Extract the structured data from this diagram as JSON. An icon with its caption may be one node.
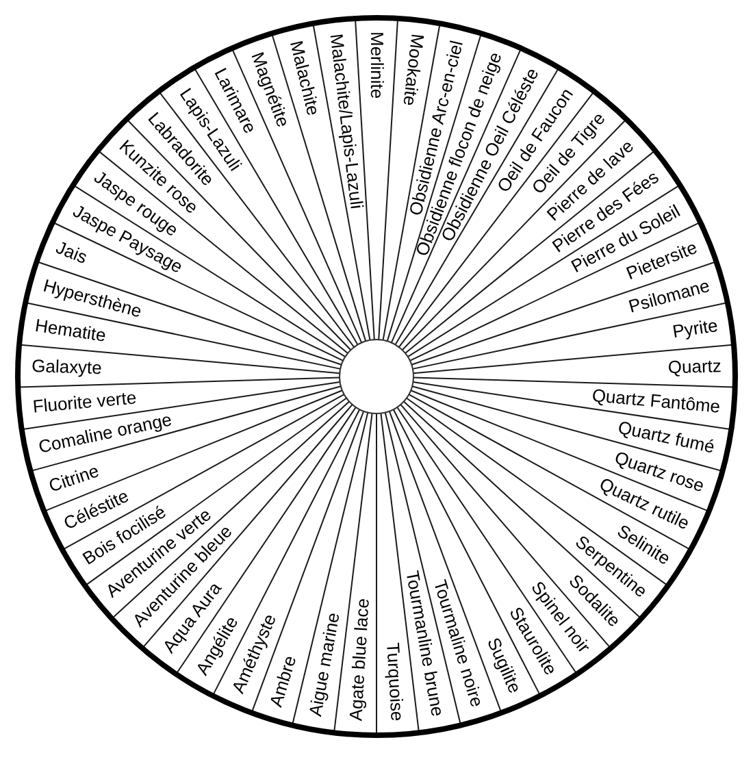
{
  "diagram": {
    "labels": [
      "Galaxyte",
      "Hematite",
      "Hypersthène",
      "Jais",
      "Jaspe Paysage",
      "Jaspe rouge",
      "Kunzite rose",
      "Labradorite",
      "Lapis-Lazuli",
      "Larimare",
      "Magnétite",
      "Malachite",
      "Malachite/Lapis-Lazuli",
      "Merlinite",
      "Mookaite",
      "Obsidienne Arc-en-ciel",
      "Obsidienne flocon de neige",
      "Obsidienne Oeil Céléste",
      "Oeil de Faucon",
      "Oeil de Tigre",
      "Pierre de lave",
      "Pierre des Fées",
      "Pierre du Soleil",
      "Pietersite",
      "Psilomane",
      "Pyrite",
      "Quartz",
      "Fluorite verte",
      "Comaline orange",
      "Citrine",
      "Céléstite",
      "Bois focilisé",
      "Aventurine verte",
      "Aventurine bleue",
      "Aqua Aura",
      "Angélite",
      "Améthyste",
      "Ambre",
      "Aigue marine",
      "Agate blue lace",
      "Turquoise",
      "Tourmanline brune",
      "Tourmaline noire",
      "Sugilite",
      "Staurolite",
      "Spinel noir",
      "Sodalite",
      "Serpentine",
      "Selinite",
      "Quartz rutile",
      "Quartz rose",
      "Quartz fumé",
      "Quartz Fantôme"
    ]
  }
}
